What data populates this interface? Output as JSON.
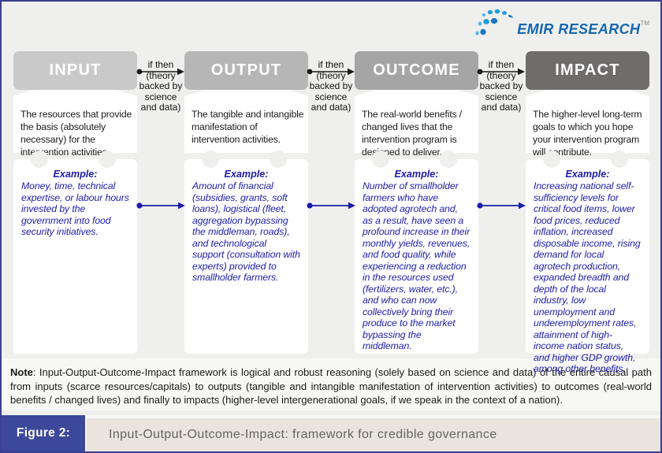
{
  "logo": {
    "text": "EMIR RESEARCH",
    "tm": "TM"
  },
  "columns": [
    {
      "header": "INPUT",
      "header_color": "#c9c9c9",
      "description": "The resources that provide the basis (absolutely necessary) for the intervention activities.",
      "example_label": "Example:",
      "example": "Money, time, technical expertise, or labour hours invested by the government into food security initiatives."
    },
    {
      "header": "OUTPUT",
      "header_color": "#b6b6b6",
      "description": "The tangible and intangible manifestation of intervention activities.",
      "example_label": "Example:",
      "example": "Amount of financial (subsidies, grants, soft loans), logistical (fleet, aggregation bypassing the middleman, roads), and technological support (consultation with experts) provided to smallholder farmers."
    },
    {
      "header": "OUTCOME",
      "header_color": "#a5a5a5",
      "description": "The real-world benefits / changed lives that the intervention program is designed to deliver.",
      "example_label": "Example:",
      "example": "Number of smallholder farmers who have adopted agrotech and, as a result, have seen a profound increase in their monthly yields, revenues, and food quality, while experiencing a reduction in the resources used (fertilizers, water, etc.), and who can now collectively bring their produce to the market bypassing the middleman."
    },
    {
      "header": "IMPACT",
      "header_color": "#6f6c6c",
      "description": "The higher-level long-term goals to which you hope your intervention program will contribute.",
      "example_label": "Example:",
      "example": "Increasing national self-sufficiency levels for critical food items, lower food prices, reduced inflation, increased disposable income, rising demand for local agrotech production, expanded breadth and depth of the local industry, low unemployment and underemployment rates, attainment of high-income nation status, and higher GDP growth, among other benefits."
    }
  ],
  "connector": {
    "label": "if then (theory backed by science and data)"
  },
  "note": {
    "label": "Note",
    "body": ": Input-Output-Outcome-Impact framework is logical and robust reasoning (solely based on science and data) of the entire causal path from inputs (scarce resources/capitals) to outputs (tangible and intangible manifestation of intervention activities) to outcomes (real-world benefits / changed lives) and finally to impacts (higher-level intergenerational goals, if we speak in the context of a nation)."
  },
  "footer": {
    "figure_label": "Figure 2:",
    "caption": "Input-Output-Outcome-Impact: framework for credible governance"
  },
  "colors": {
    "border": "#3a3f8f",
    "page_bg": "#efefee",
    "note_bg": "#f7f7f5",
    "figure_bar": "#3c4899",
    "caption_bg": "#e9e5de",
    "caption_text": "#67645c",
    "example_text": "#1c1caa",
    "logo_blue": "#1467ae",
    "logo_dot": "#1e9cd8",
    "logo_dot_dark": "#1b75bc",
    "arrow_black": "#1a1a1a"
  }
}
